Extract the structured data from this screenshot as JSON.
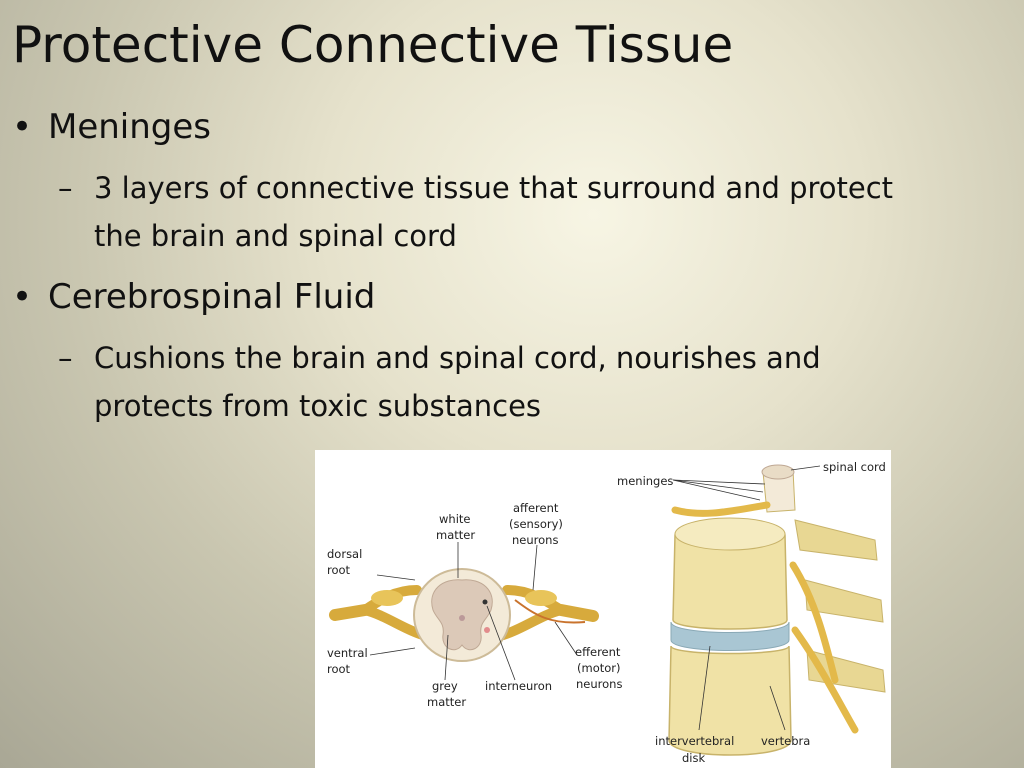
{
  "slide": {
    "title": "Protective Connective Tissue",
    "bullets": [
      {
        "text": "Meninges",
        "sub_line1": "3 layers of connective tissue that surround and protect",
        "sub_line2": "the brain and spinal cord"
      },
      {
        "text": "Cerebrospinal Fluid",
        "sub_line1": "Cushions the brain and spinal cord, nourishes and",
        "sub_line2": "protects from toxic substances"
      }
    ],
    "bullet_glyph": "•",
    "dash_glyph": "–"
  },
  "figure": {
    "labels": {
      "white_matter_1": "white",
      "white_matter_2": "matter",
      "afferent_1": "afferent",
      "afferent_2": "(sensory)",
      "afferent_3": "neurons",
      "dorsal_root_1": "dorsal",
      "dorsal_root_2": "root",
      "ventral_root_1": "ventral",
      "ventral_root_2": "root",
      "grey_matter_1": "grey",
      "grey_matter_2": "matter",
      "interneuron": "interneuron",
      "efferent_1": "efferent",
      "efferent_2": "(motor)",
      "efferent_3": "neurons",
      "meninges": "meninges",
      "spinal_cord": "spinal cord",
      "intervertebral_1": "intervertebral",
      "intervertebral_2": "disk",
      "vertebra": "vertebra"
    },
    "colors": {
      "nerve": "#e3b94a",
      "bone": "#f0e2a6",
      "disk": "#a9c6d3",
      "grey_matter": "#dcc9b8",
      "white_matter": "#f3ead8"
    }
  }
}
